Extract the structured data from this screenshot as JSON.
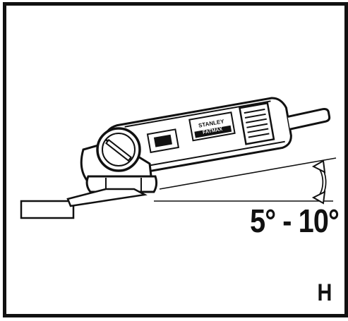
{
  "figure": {
    "angle_range": "5° - 10°",
    "panel_letter": "H",
    "tool_brand_top": "STANLEY",
    "tool_brand_bottom": "FATMAX"
  }
}
